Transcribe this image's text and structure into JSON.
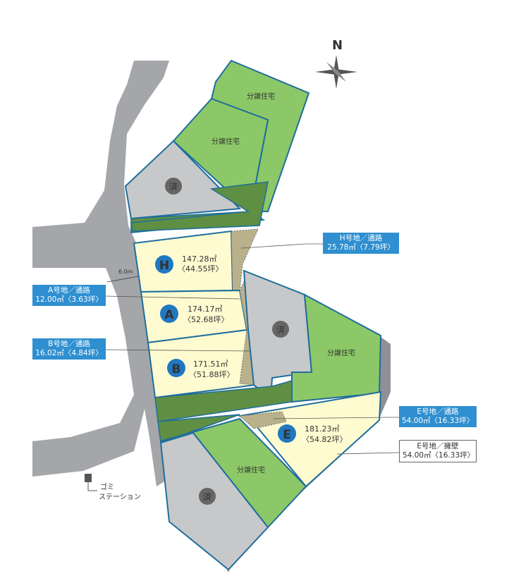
{
  "compass": {
    "label": "N"
  },
  "road": {
    "width_label": "6.0m"
  },
  "garbage": {
    "line1": "ゴミ",
    "line2": "ステーション"
  },
  "lots": {
    "H": {
      "letter": "H",
      "area_m2": "147.28㎡",
      "area_tsubo": "〈44.55坪〉"
    },
    "A": {
      "letter": "A",
      "area_m2": "174.17㎡",
      "area_tsubo": "〈52.68坪〉"
    },
    "B": {
      "letter": "B",
      "area_m2": "171.51㎡",
      "area_tsubo": "〈51.88坪〉"
    },
    "E": {
      "letter": "E",
      "area_m2": "181.23㎡",
      "area_tsubo": "〈54.82坪〉"
    }
  },
  "housing_labels": {
    "nw_top": "分譲住宅",
    "nw_mid": "分譲住宅",
    "east": "分譲住宅",
    "south": "分譲住宅"
  },
  "sold_labels": {
    "nw": "済",
    "mid": "済",
    "sw": "済"
  },
  "callouts": {
    "h_road": {
      "line1": "H号地／通路",
      "line2": "25.78㎡〈7.79坪〉"
    },
    "a_road": {
      "line1": "A号地／通路",
      "line2": "12.00㎡〈3.63坪〉"
    },
    "b_road": {
      "line1": "B号地／通路",
      "line2": "16.02㎡〈4.84坪〉"
    },
    "e_road": {
      "line1": "E号地／通路",
      "line2": "54.00㎡〈16.33坪〉"
    },
    "e_wall": {
      "line1": "E号地／擁壁",
      "line2": "54.00㎡〈16.33坪〉"
    }
  },
  "colors": {
    "road_gray": "#a4a6a9",
    "lot_yellow": "#fffbd0",
    "green": "#8cc867",
    "dark_green": "#5e8f43",
    "sold_gray": "#c7c8ca",
    "border_blue": "#1f6e9c",
    "wall_gray": "#8e9095",
    "accent_blue": "#2f8fd0"
  }
}
